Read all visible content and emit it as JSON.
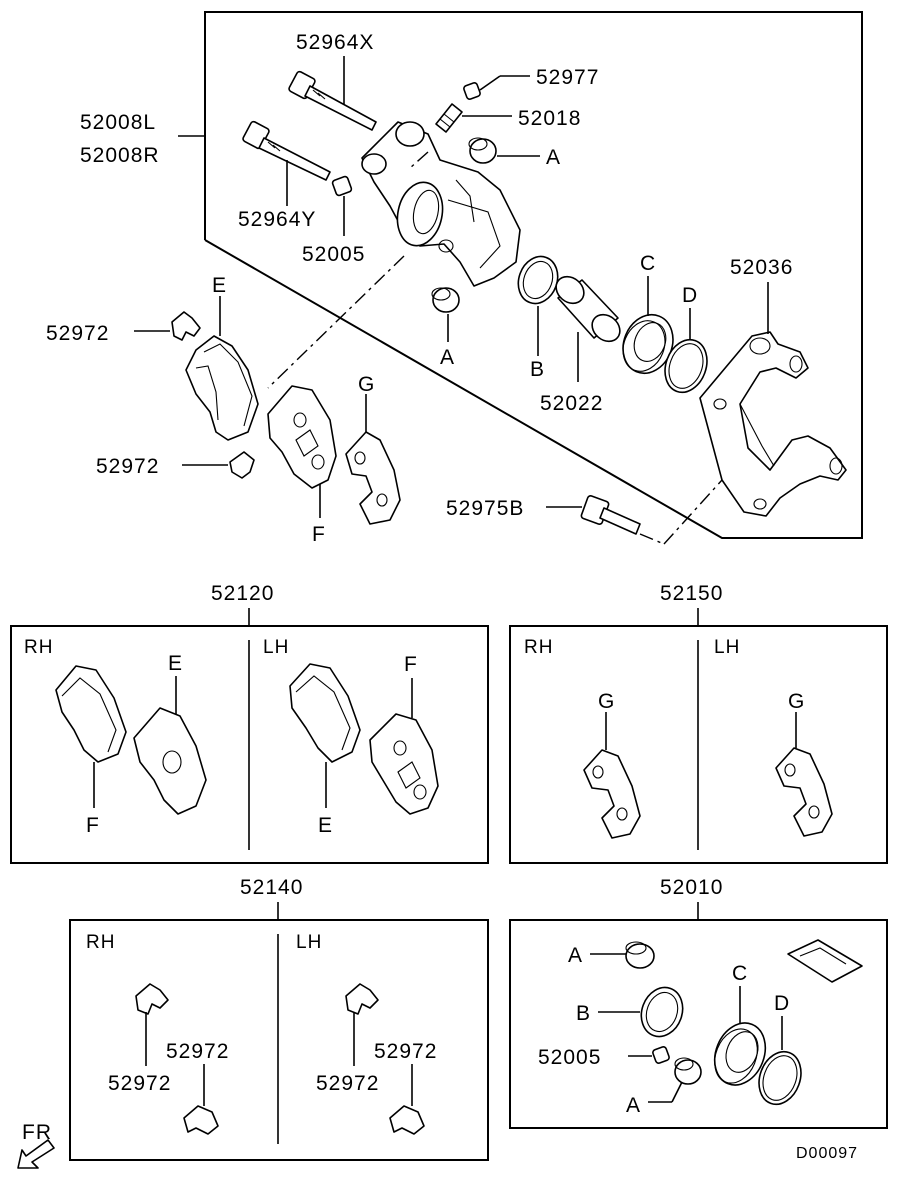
{
  "labels": {
    "caliper_lh": "52008L",
    "caliper_rh": "52008R",
    "bolt_x": "52964X",
    "bolt_y": "52964Y",
    "cap": "52977",
    "bleeder": "52018",
    "boot_small": "52005",
    "piston": "52022",
    "support": "52036",
    "clip_top": "52972",
    "clip_bottom": "52972",
    "support_bolt": "52975B",
    "ref_a1": "A",
    "ref_a2": "A",
    "ref_b": "B",
    "ref_c": "C",
    "ref_d": "D",
    "ref_e": "E",
    "ref_f": "F",
    "ref_g": "G"
  },
  "kits": {
    "pad_kit": {
      "number": "52120",
      "rh": "RH",
      "lh": "LH",
      "rh_outer": "F",
      "rh_inner": "E",
      "lh_outer": "E",
      "lh_inner": "F"
    },
    "shim_kit": {
      "number": "52150",
      "rh": "RH",
      "lh": "LH",
      "rh_shim": "G",
      "lh_shim": "G"
    },
    "clip_kit": {
      "number": "52140",
      "rh": "RH",
      "lh": "LH",
      "rh_clip_a": "52972",
      "rh_clip_b": "52972",
      "lh_clip_a": "52972",
      "lh_clip_b": "52972"
    },
    "seal_kit": {
      "number": "52010",
      "a_top": "A",
      "b": "B",
      "c": "C",
      "d": "D",
      "boot": "52005",
      "a_bottom": "A"
    }
  },
  "front_marker": "FR",
  "diagram_code": "D00097"
}
